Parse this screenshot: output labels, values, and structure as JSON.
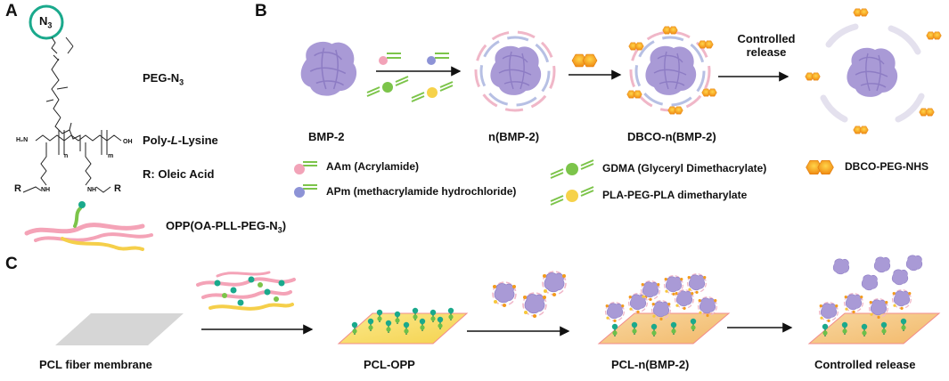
{
  "panels": {
    "a": "A",
    "b": "B",
    "c": "C"
  },
  "panel_a": {
    "azide_label": "N",
    "azide_sub": "3",
    "peg_label": "PEG-N",
    "peg_sub": "3",
    "pll_prefix": "Poly-",
    "pll_italic": "L",
    "pll_suffix": "-Lysine",
    "r_label": "R: Oleic Acid",
    "opp_label": "OPP(OA-PLL-PEG-N",
    "opp_sub": "3",
    "opp_close": ")",
    "chem": {
      "h2n": "H₂N",
      "oh": "OH",
      "r1": "R",
      "r2": "R",
      "nh1": "NH",
      "nh2": "NH",
      "n_sub": "n",
      "m_sub": "m"
    }
  },
  "panel_b": {
    "bmp2": "BMP-2",
    "nbmp2": "n(BMP-2)",
    "dbco_nbmp2": "DBCO-n(BMP-2)",
    "controlled_release": [
      "Controlled",
      "release"
    ],
    "legend": {
      "aam": "AAm (Acrylamide)",
      "apm": "APm (methacrylamide hydrochloride)",
      "gdma": "GDMA (Glyceryl Dimethacrylate)",
      "pla": "PLA-PEG-PLA dimetharylate",
      "dbco": "DBCO-PEG-NHS"
    }
  },
  "panel_c": {
    "steps": [
      "PCL fiber membrane",
      "PCL-OPP",
      "PCL-n(BMP-2)",
      "Controlled release"
    ]
  },
  "colors": {
    "protein": "#a99ad6",
    "protein_dark": "#8d7cc4",
    "aam_pink": "#f2a3b8",
    "apm_blue": "#8d93d6",
    "gdma_green": "#7cc44a",
    "pla_yellow": "#f6d24a",
    "green_bar": "#5db830",
    "dbco_orange": "#f39c1c",
    "azide_teal": "#1aa98c",
    "shell_pink": "#f0b7c8",
    "shell_blue": "#b7c0e4",
    "membrane_gray": "#d6d6d6",
    "membrane_yellow": "#f7e27a",
    "polymer_pink": "#f4a3b7",
    "polymer_yellow": "#f5cf4a"
  }
}
